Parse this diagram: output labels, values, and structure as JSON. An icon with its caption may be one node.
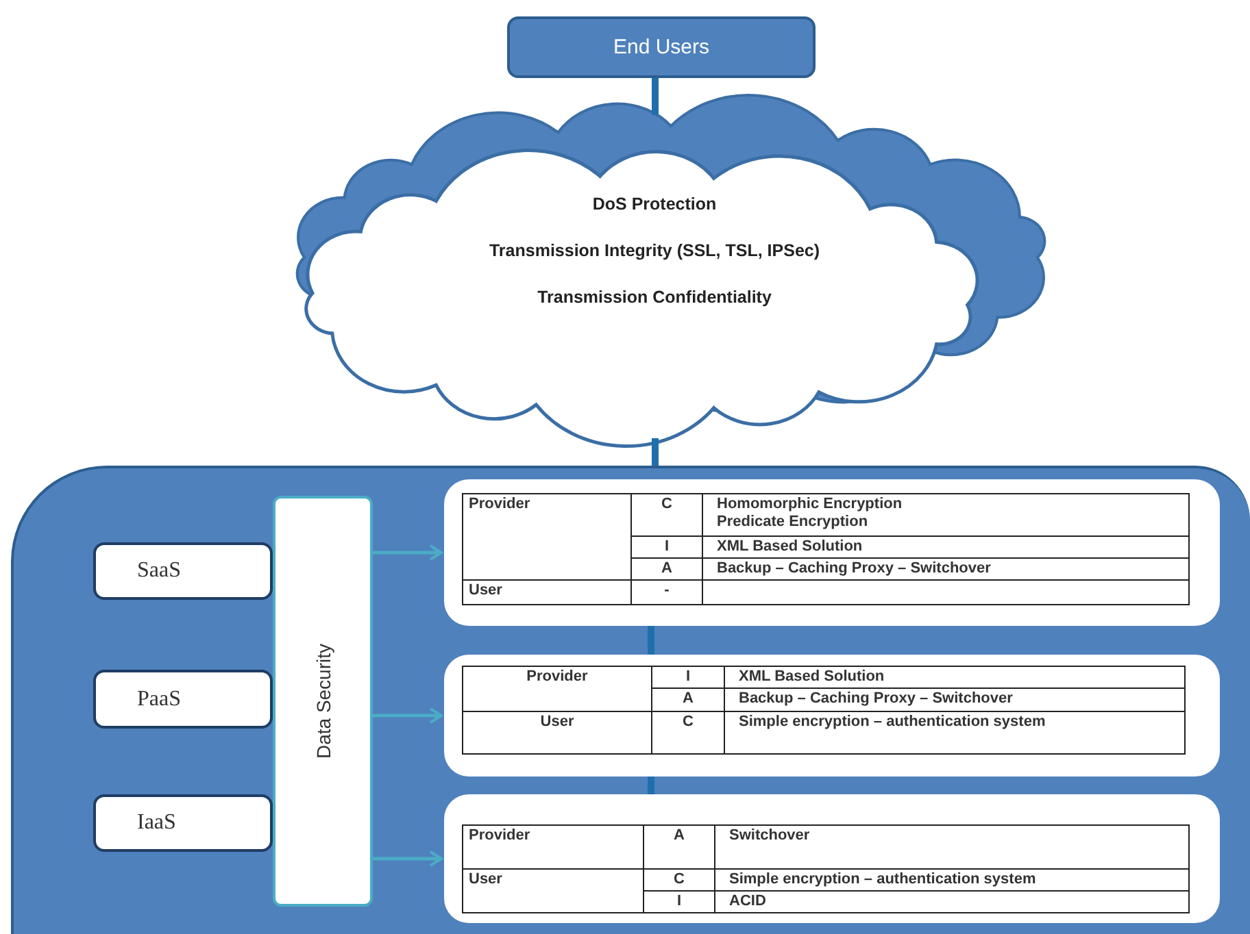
{
  "diagram": {
    "nodes": [
      {
        "text": [
          "End Users"
        ]
      },
      {
        "text": [
          "DoS Protection",
          "Transmission Integrity (SSL, TSL, IPSec)",
          "Transmission Confidentiality"
        ]
      },
      {
        "text": [],
        "shape": "box"
      },
      {
        "text": [
          "SaaS"
        ],
        "in": 2
      },
      {
        "text": [
          "PaaS"
        ],
        "in": 2
      },
      {
        "text": [
          "IaaS"
        ],
        "in": 2
      },
      {
        "text": [
          "Data Security"
        ],
        "in": 2
      },
      {
        "text": [
          "Provider",
          "C",
          "Homomorphic Encryption",
          "Predicate Encryption",
          "I",
          "XML Based Solution",
          "A",
          "Backup – Caching Proxy – Switchover",
          "User",
          "-"
        ],
        "in": 2
      },
      {
        "text": [
          "Provider",
          "I",
          "XML Based Solution",
          "A",
          "Backup – Caching Proxy – Switchover",
          "User",
          "C",
          "Simple encryption – authentication system"
        ],
        "in": 2
      },
      {
        "text": [
          "Provider",
          "A",
          "Switchover",
          "User",
          "C",
          "Simple encryption – authentication system",
          "I",
          "ACID"
        ],
        "in": 2
      }
    ],
    "edges": [
      {
        "from": 0,
        "to": 1,
        "arrow": "none"
      },
      {
        "from": 1,
        "to": 2,
        "arrow": "none"
      },
      {
        "from": 6,
        "to": 7,
        "arrow": "to",
        "color": "#4bacc6"
      },
      {
        "from": 6,
        "to": 8,
        "arrow": "to",
        "color": "#4bacc6"
      },
      {
        "from": 6,
        "to": 9,
        "arrow": "to",
        "color": "#4bacc6"
      },
      {
        "from": 7,
        "to": 8,
        "arrow": "none"
      },
      {
        "from": 8,
        "to": 9,
        "arrow": "none"
      }
    ]
  }
}
